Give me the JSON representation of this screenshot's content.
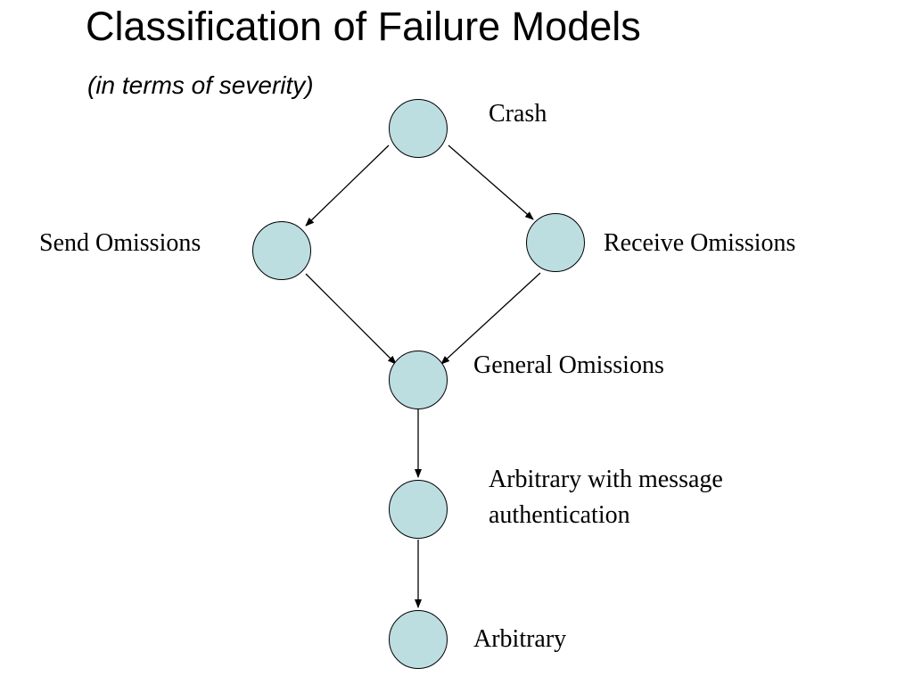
{
  "title": "Classification of Failure Models",
  "subtitle": "(in terms of severity)",
  "node_color": "#bddee1",
  "edge_color": "#000000",
  "nodes": {
    "crash": {
      "label": "Crash"
    },
    "send_omissions": {
      "label": "Send Omissions"
    },
    "receive_omissions": {
      "label": "Receive Omissions"
    },
    "general_omissions": {
      "label": "General Omissions"
    },
    "arbitrary_auth": {
      "label_line1": "Arbitrary with message",
      "label_line2": "authentication"
    },
    "arbitrary": {
      "label": "Arbitrary"
    }
  },
  "edges": [
    {
      "from": "crash",
      "to": "send_omissions"
    },
    {
      "from": "crash",
      "to": "receive_omissions"
    },
    {
      "from": "send_omissions",
      "to": "general_omissions"
    },
    {
      "from": "receive_omissions",
      "to": "general_omissions"
    },
    {
      "from": "general_omissions",
      "to": "arbitrary_auth"
    },
    {
      "from": "arbitrary_auth",
      "to": "arbitrary"
    }
  ]
}
